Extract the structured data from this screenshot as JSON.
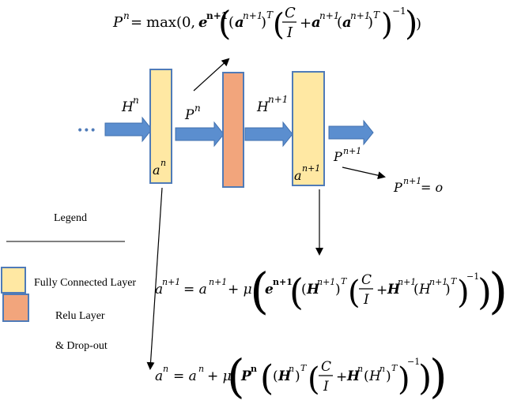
{
  "equations": {
    "top": {
      "lhs_base": "P",
      "lhs_sup": "n",
      "eq": " = ",
      "fn": "max(0, ",
      "e_base": "e",
      "e_sup": "n+1",
      "inner_a": "a",
      "inner_sup": "n+1",
      "T": "T",
      "C": "C",
      "I": "I",
      "plus": "+",
      "minus_one": "−1",
      "close": ")"
    },
    "middle": {
      "lhs": "a",
      "lhs_sup": "n+1",
      "rhs_start": "= a",
      "rhs_sup": "n+1",
      "plus_mu": "+ μ",
      "e_base": "e",
      "e_sup": "n+1",
      "H_bold": "H",
      "H_sup": "n+1",
      "H_plain": "H",
      "T": "T",
      "C": "C",
      "I": "I",
      "plus": "+",
      "minus_one": "−1"
    },
    "bottom": {
      "lhs": "a",
      "lhs_sup": "n",
      "rhs_start": "= a",
      "rhs_sup": "n",
      "plus_mu": "+ μ",
      "P_base": "P",
      "P_sup": "n",
      "H_bold": "H",
      "H_sup": "n",
      "H_plain": "H",
      "T": "T",
      "C": "C",
      "I": "I",
      "plus": "+",
      "minus_one": "−1"
    },
    "output": {
      "base": "P",
      "sup": "n+1",
      "rest": " = o"
    }
  },
  "labels": {
    "dots": "•••",
    "Hn": "H",
    "Hn_sup": "n",
    "Pn": "P",
    "Pn_sup": "n",
    "Hn1": "H",
    "Hn1_sup": "n+1",
    "Pn1": "P",
    "Pn1_sup": "n+1",
    "a1": "a",
    "a1_sup": "n",
    "a2": "a",
    "a2_sup": "n+1"
  },
  "legend": {
    "title": "Legend",
    "items": [
      {
        "label": "Fully Connected Layer"
      },
      {
        "label": "Relu Layer"
      },
      {
        "label": "& Drop-out"
      }
    ]
  },
  "colors": {
    "fc_fill": "#FFE8A3",
    "fc_stroke": "#4F7BB8",
    "relu_fill": "#F2A57C",
    "relu_stroke": "#4F7BB8",
    "arrow_fill": "#5B8ECF",
    "arrow_stroke": "#3F6FAE"
  }
}
